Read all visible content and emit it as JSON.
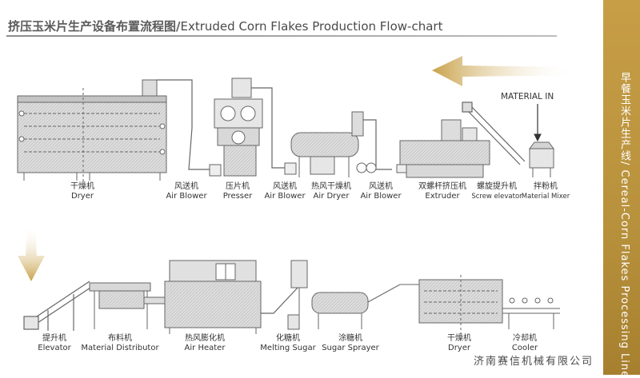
{
  "title": {
    "cn": "挤压玉米片生产设备布置流程图",
    "separator": "/",
    "en": "Extruded Corn Flakes Production Flow-chart"
  },
  "sidebar": {
    "text": "早餐玉米片生产线/ Cereal-Corn Flakes Processing Line",
    "color": "#b8913c"
  },
  "material_in": "MATERIAL IN",
  "watermark": "济南赛信机械有限公司",
  "row1": [
    {
      "cn": "干燥机",
      "en": "Dryer"
    },
    {
      "cn": "风送机",
      "en": "Air Blower"
    },
    {
      "cn": "压片机",
      "en": "Presser"
    },
    {
      "cn": "风送机",
      "en": "Air Blower"
    },
    {
      "cn": "热风干燥机",
      "en": "Air Dryer"
    },
    {
      "cn": "风送机",
      "en": "Air Blower"
    },
    {
      "cn": "双螺杆挤压机",
      "en": "Extruder"
    },
    {
      "cn": "螺旋提升机",
      "en": "Screw elevator"
    },
    {
      "cn": "拌粉机",
      "en": "Material Mixer"
    }
  ],
  "row2": [
    {
      "cn": "提升机",
      "en": "Elevator"
    },
    {
      "cn": "布料机",
      "en": "Material Distributor"
    },
    {
      "cn": "热风膨化机",
      "en": "Air Heater"
    },
    {
      "cn": "化糖机",
      "en": "Melting Sugar"
    },
    {
      "cn": "涂糖机",
      "en": "Sugar Sprayer"
    },
    {
      "cn": "干燥机",
      "en": "Dryer"
    },
    {
      "cn": "冷却机",
      "en": "Cooler"
    }
  ]
}
